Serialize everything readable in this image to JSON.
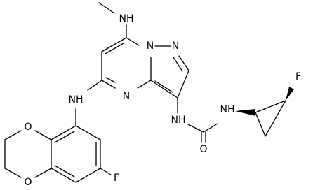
{
  "diagram": {
    "type": "chemical-structure",
    "atom_labels": {
      "nh_methyl": "NH",
      "n_bridge": "N",
      "n_pyrazole": "N",
      "n_pyrimidine": "N",
      "nh_aryl": "NH",
      "nh_urea_left": "NH",
      "nh_urea_right": "NH",
      "o_carbonyl": "O",
      "f_cyclopropyl": "F",
      "o_dioxane_top": "O",
      "o_dioxane_bottom": "O",
      "f_aryl": "F"
    },
    "colors": {
      "bond": "#000000",
      "text": "#000000",
      "background": "#ffffff"
    }
  }
}
